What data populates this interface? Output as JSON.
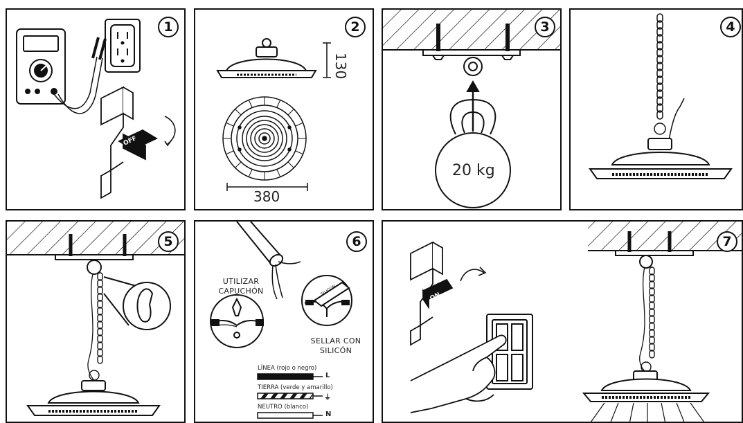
{
  "steps": [
    "1",
    "2",
    "3",
    "4",
    "5",
    "6",
    "7"
  ],
  "panel1": {
    "switch_label": "OFF"
  },
  "panel2": {
    "height_label": "130",
    "width_label": "380"
  },
  "panel3": {
    "weight_label": "20 kg"
  },
  "panel6": {
    "cap_label_1": "UTILIZAR",
    "cap_label_2": "CAPUCHÓN",
    "silicone_label_1": "SELLAR CON",
    "silicone_label_2": "SILICÓN",
    "tube_label": "SILICON",
    "wires": [
      {
        "name": "LÍNEA (rojo o negro)",
        "code": "L"
      },
      {
        "name": "TIERRA (verde y amarillo)",
        "code": "⏚"
      },
      {
        "name": "NEUTRO (blanco)",
        "code": "N"
      }
    ]
  },
  "panel7": {
    "switch_label": "ON"
  }
}
